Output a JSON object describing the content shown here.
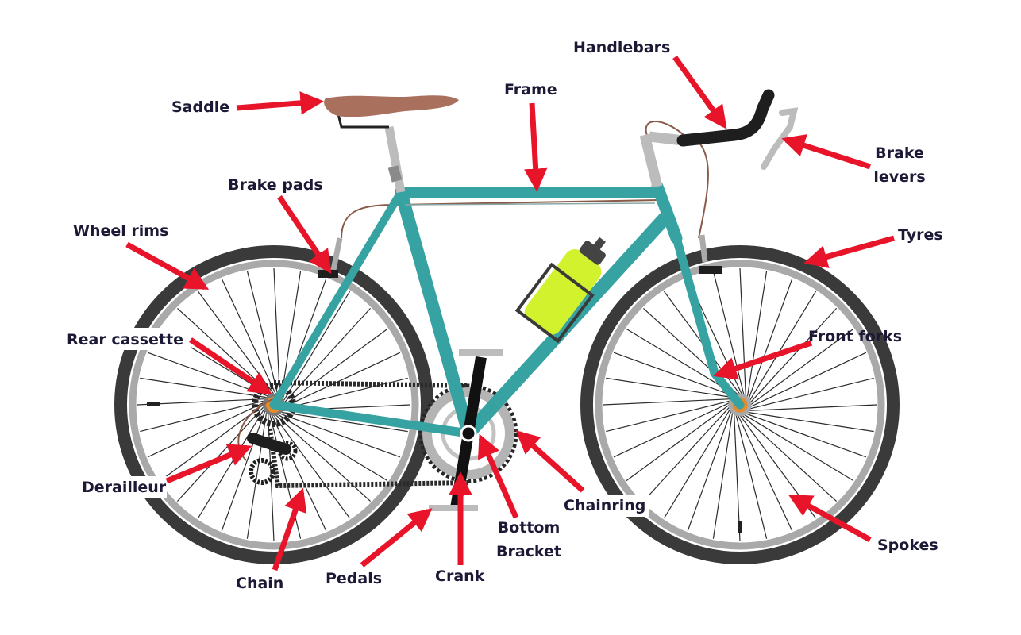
{
  "labels": {
    "handlebars": "Handlebars",
    "frame": "Frame",
    "saddle": "Saddle",
    "brake_levers_1": "Brake",
    "brake_levers_2": "levers",
    "brake_pads": "Brake pads",
    "wheel_rims": "Wheel rims",
    "tyres": "Tyres",
    "rear_cassette": "Rear cassette",
    "front_forks": "Front forks",
    "derailleur": "Derailleur",
    "chainring": "Chainring",
    "bottom_bracket_1": "Bottom",
    "bottom_bracket_2": "Bracket",
    "spokes": "Spokes",
    "chain": "Chain",
    "pedals": "Pedals",
    "crank": "Crank"
  },
  "colors": {
    "arrow": "#e8142a",
    "frame": "#36a3a2",
    "tyre": "#3a3a3a",
    "rim": "#a9a9a9",
    "saddle": "#a9705e",
    "bottle": "#d2f22e",
    "label": "#1c1936",
    "cable": "#8a5a48",
    "hub": "#e88a2a"
  }
}
